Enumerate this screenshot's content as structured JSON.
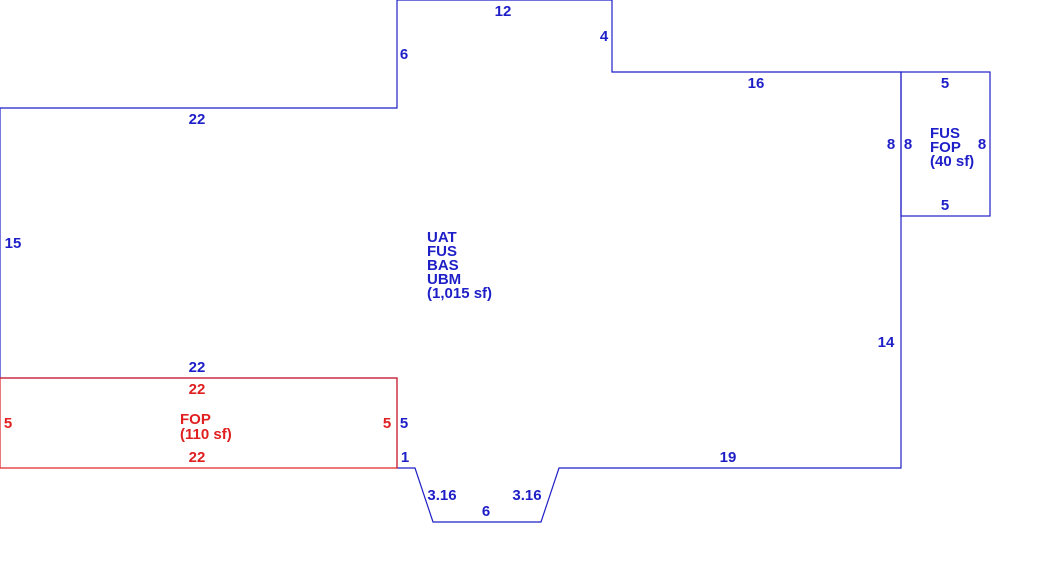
{
  "colors": {
    "main": "#1f1fc8",
    "porch": "#e02020"
  },
  "main_area": {
    "labels": [
      "UAT",
      "FUS",
      "BAS",
      "UBM"
    ],
    "area": "(1,015 sf)"
  },
  "small_porch": {
    "labels": [
      "FUS",
      "FOP"
    ],
    "area": "(40 sf)"
  },
  "front_porch": {
    "labels": [
      "FOP"
    ],
    "area": "(110 sf)"
  },
  "dimensions": {
    "top_12": "12",
    "left_step_6": "6",
    "right_step_4": "4",
    "top_right_16": "16",
    "left_top_22": "22",
    "left_side_15": "15",
    "main_bottom_22": "22",
    "right_side_14": "14",
    "main_8": "8",
    "bottom_19": "19",
    "step_5": "5",
    "step_1": "1",
    "bay_left_316": "3.16",
    "bay_bottom_6": "6",
    "bay_right_316": "3.16",
    "small_top_5": "5",
    "small_bottom_5": "5",
    "small_left_8": "8",
    "small_right_8": "8",
    "porch_top_22": "22",
    "porch_bottom_22": "22",
    "porch_left_5": "5",
    "porch_right_5": "5"
  }
}
